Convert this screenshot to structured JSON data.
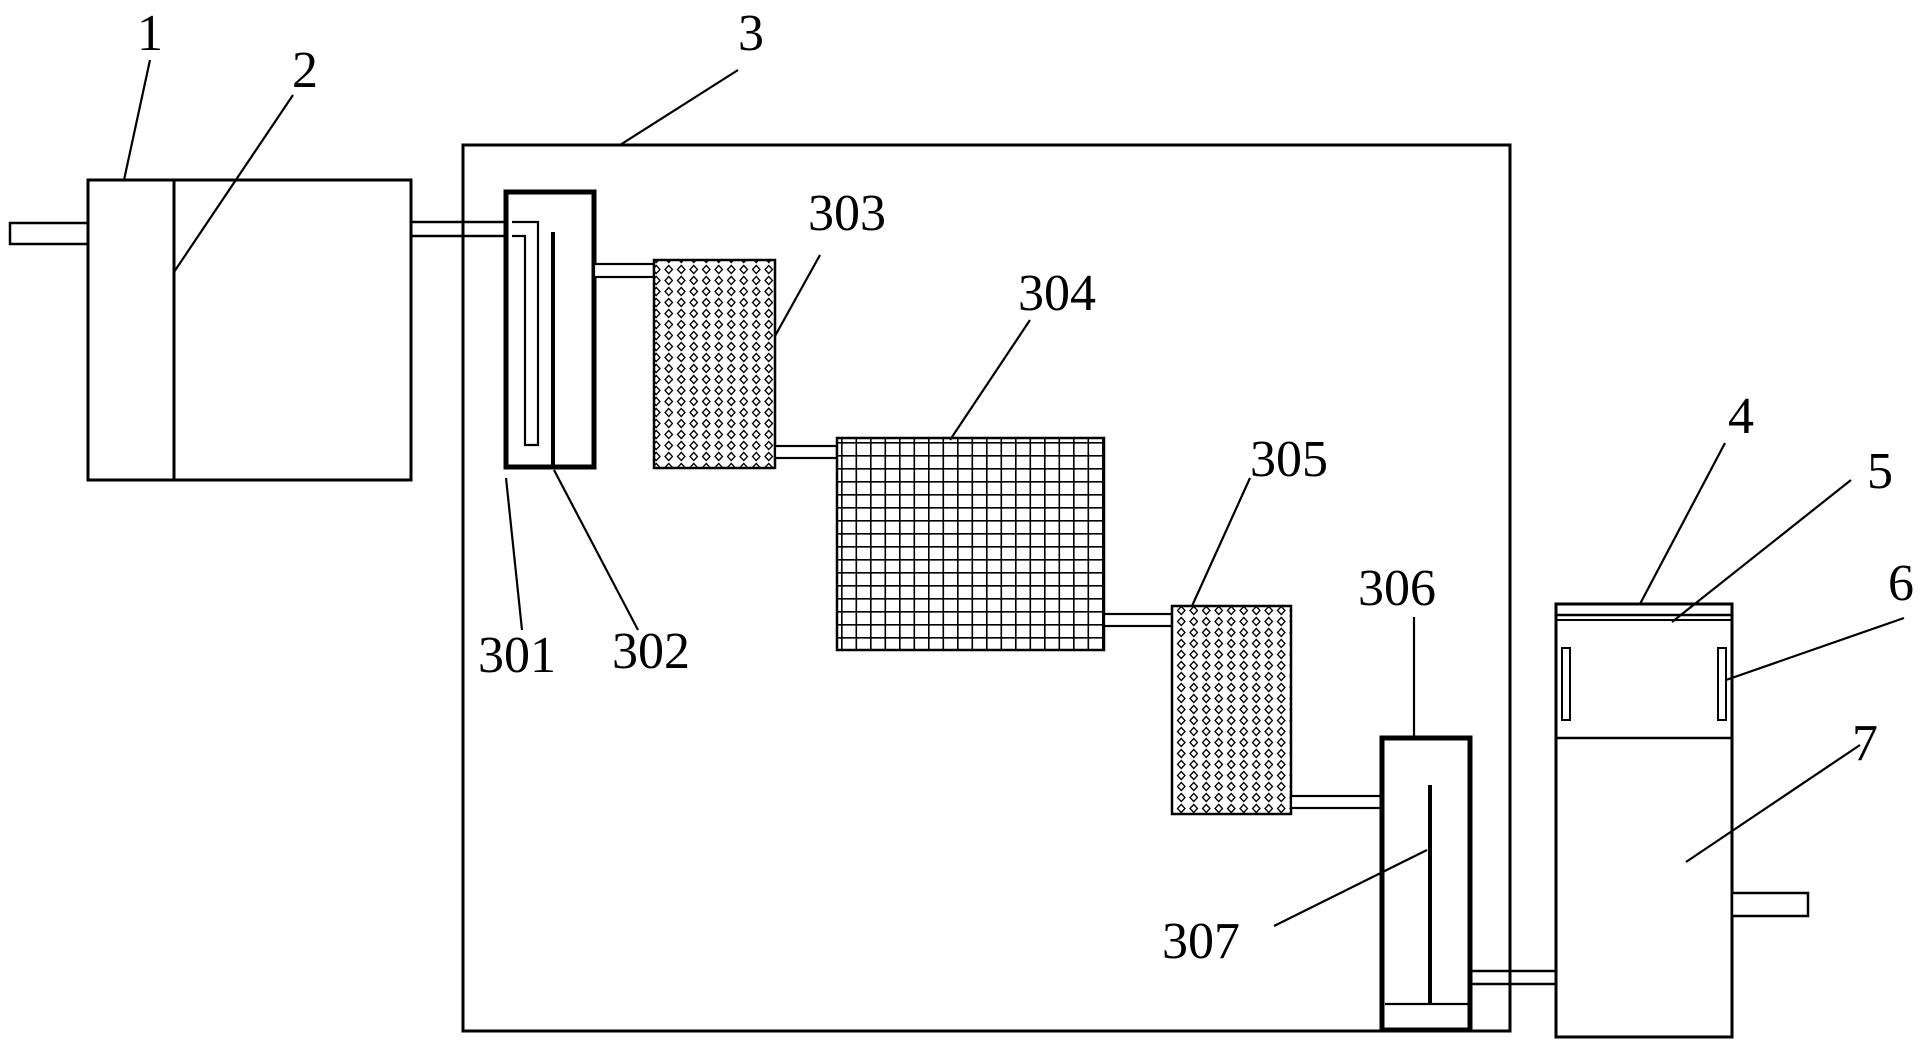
{
  "labels": {
    "l1": "1",
    "l2": "2",
    "l3": "3",
    "l4": "4",
    "l5": "5",
    "l6": "6",
    "l7": "7",
    "l301": "301",
    "l302": "302",
    "l303": "303",
    "l304": "304",
    "l305": "305",
    "l306": "306",
    "l307": "307"
  }
}
